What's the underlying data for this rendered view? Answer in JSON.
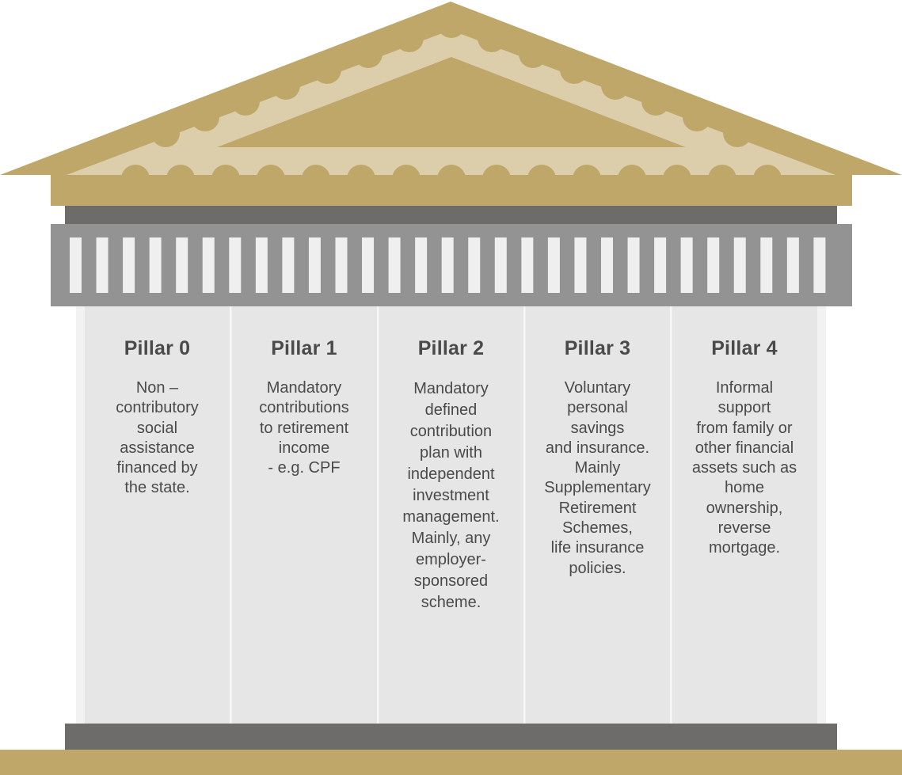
{
  "colors": {
    "gold": "#bfa76a",
    "gold_light": "#dcceaa",
    "architrave": "#6e6b6b",
    "frieze": "#939393",
    "slot": "#efefef",
    "column": "#e6e6e6",
    "text": "#4a4a4a"
  },
  "pillars": [
    {
      "title": "Pillar 0",
      "lines": [
        "Non –",
        "contributory",
        "social",
        "assistance",
        "financed by",
        "the state."
      ]
    },
    {
      "title": "Pillar 1",
      "lines": [
        "Mandatory",
        "contributions",
        "to retirement",
        "income",
        "- e.g. CPF"
      ]
    },
    {
      "title": "Pillar 2",
      "lines": [
        "Mandatory",
        "defined",
        "contribution",
        "plan with",
        "independent",
        "investment",
        "management.",
        "Mainly, any",
        "employer-",
        "sponsored",
        "scheme."
      ]
    },
    {
      "title": "Pillar 3",
      "lines": [
        "Voluntary",
        "personal",
        "savings",
        "and insurance.",
        "Mainly",
        "Supplementary",
        "Retirement",
        "Schemes,",
        "life insurance",
        "policies."
      ]
    },
    {
      "title": "Pillar 4",
      "lines": [
        "Informal",
        "support",
        "from family or",
        "other financial",
        "assets such as",
        "home",
        "ownership,",
        "reverse",
        "mortgage."
      ]
    }
  ]
}
